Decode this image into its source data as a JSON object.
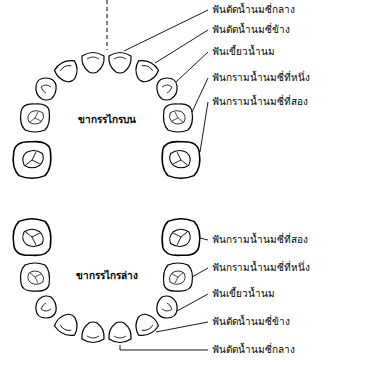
{
  "diagram": {
    "labels": [
      "ฟันตัดน้ำนมซี่กลาง",
      "ฟันตัดน้ำนมซี่ข้าง",
      "ฟันเขี้ยวน้ำนม",
      "ฟันกรามน้ำนมซี่ที่หนึ่ง",
      "ฟันกรามน้ำนมซี่ที่สอง",
      "ขากรรไกรบน",
      "ขากรรไกรล่าง",
      "ฟันกรามน้ำนมซี่ที่สอง",
      "ฟันกรามน้ำนมซี่ที่หนึ่ง",
      "ฟันเขี้ยวน้ำนม",
      "ฟันตัดน้ำนมซี่ข้าง",
      "ฟันตัดน้ำนมซี่กลาง"
    ]
  }
}
